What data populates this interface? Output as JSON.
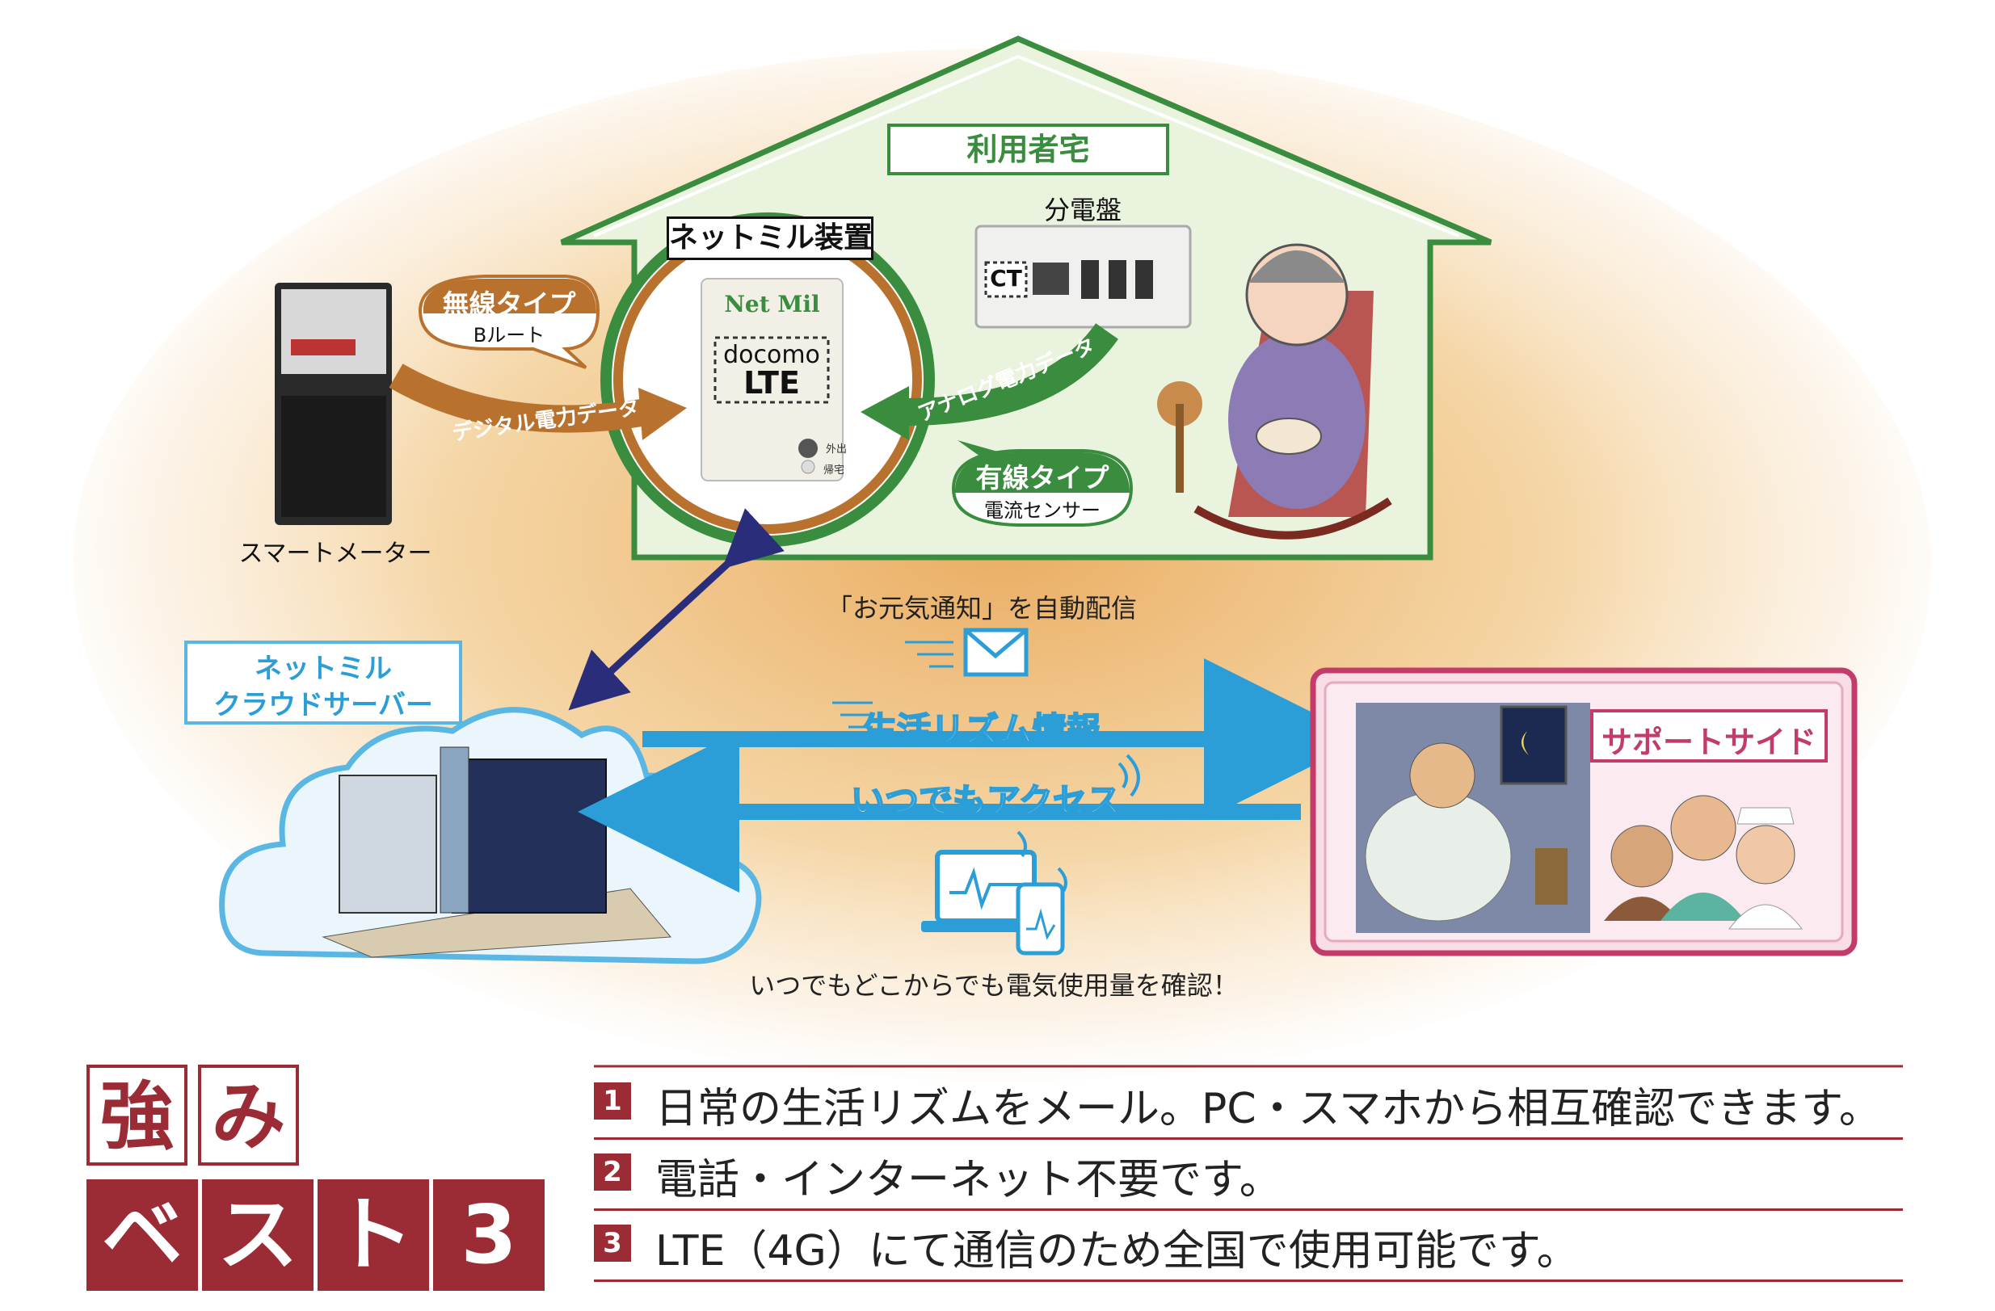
{
  "house": {
    "title": "利用者宅"
  },
  "netmil_device": {
    "label": "ネットミル装置",
    "brand": "Net Mil",
    "carrier": "docomo",
    "network": "LTE",
    "led1": "外出",
    "led2": "帰宅"
  },
  "distribution_board": {
    "label": "分電盤",
    "ct_label": "CT"
  },
  "smart_meter": {
    "label": "スマートメーター"
  },
  "wireless": {
    "title": "無線タイプ",
    "sub": "Bルート"
  },
  "wired": {
    "title": "有線タイプ",
    "sub": "電流センサー"
  },
  "digital_flow": {
    "label": "デジタル電力データ"
  },
  "analog_flow": {
    "label": "アナログ電力データ"
  },
  "cloud": {
    "line1": "ネットミル",
    "line2": "クラウドサーバー"
  },
  "notice": {
    "text": "「お元気通知」を自動配信"
  },
  "rhythm": {
    "label": "生活リズム情報"
  },
  "access": {
    "label": "いつでもアクセス"
  },
  "anywhere": {
    "text": "いつでもどこからでも電気使用量を確認！"
  },
  "support": {
    "label": "サポートサイド"
  },
  "strengths": {
    "title_chars": [
      "強",
      "み"
    ],
    "best_chars": [
      "ベ",
      "ス",
      "ト",
      "3"
    ],
    "items": [
      {
        "num": "1",
        "text": "日常の生活リズムをメール。PC・スマホから相互確認できます。"
      },
      {
        "num": "2",
        "text": "電話・インターネット不要です。"
      },
      {
        "num": "3",
        "text": "LTE（4G）にて通信のため全国で使用可能です。"
      }
    ]
  },
  "colors": {
    "house_green": "#3a8d3e",
    "house_fill": "#eaf3dd",
    "glow": "#f0c27f",
    "brown": "#b9722e",
    "blue_arrow": "#2b9ed8",
    "navy_arrow": "#2a2d7a",
    "cloud_blue": "#5ab7e3",
    "support_pink": "#c23b6a",
    "accent_red": "#9b2b35"
  }
}
